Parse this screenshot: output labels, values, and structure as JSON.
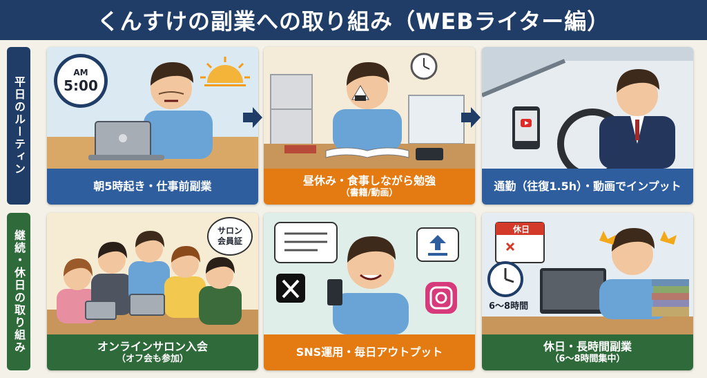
{
  "title": "くんすけの副業への取り組み（WEBライター編）",
  "sections": {
    "weekday": "平日のルーティン",
    "weekend": "継続・休日の取り組み"
  },
  "panels": [
    {
      "caption": "朝5時起き・仕事前副業",
      "sub": "",
      "clock": "AM\n5:00",
      "clock_am": "AM",
      "clock_time": "5:00"
    },
    {
      "caption": "昼休み・食事しながら勉強",
      "sub": "（書籍/動画）"
    },
    {
      "caption": "通勤（往復1.5h）・動画でインプット",
      "sub": ""
    },
    {
      "caption": "オンラインサロン入会",
      "sub": "（オフ会も参加）",
      "badge": "サロン\n会員証",
      "badge_l1": "サロン",
      "badge_l2": "会員証"
    },
    {
      "caption": "SNS運用・毎日アウトプット",
      "sub": ""
    },
    {
      "caption": "休日・長時間副業",
      "sub": "（6〜8時間集中）",
      "calendar": "休日",
      "hours": "6〜8時間"
    }
  ],
  "colors": {
    "navy": "#1f3d66",
    "green": "#2f6b3a",
    "orange": "#e37a12",
    "blue": "#2f5e9e"
  }
}
